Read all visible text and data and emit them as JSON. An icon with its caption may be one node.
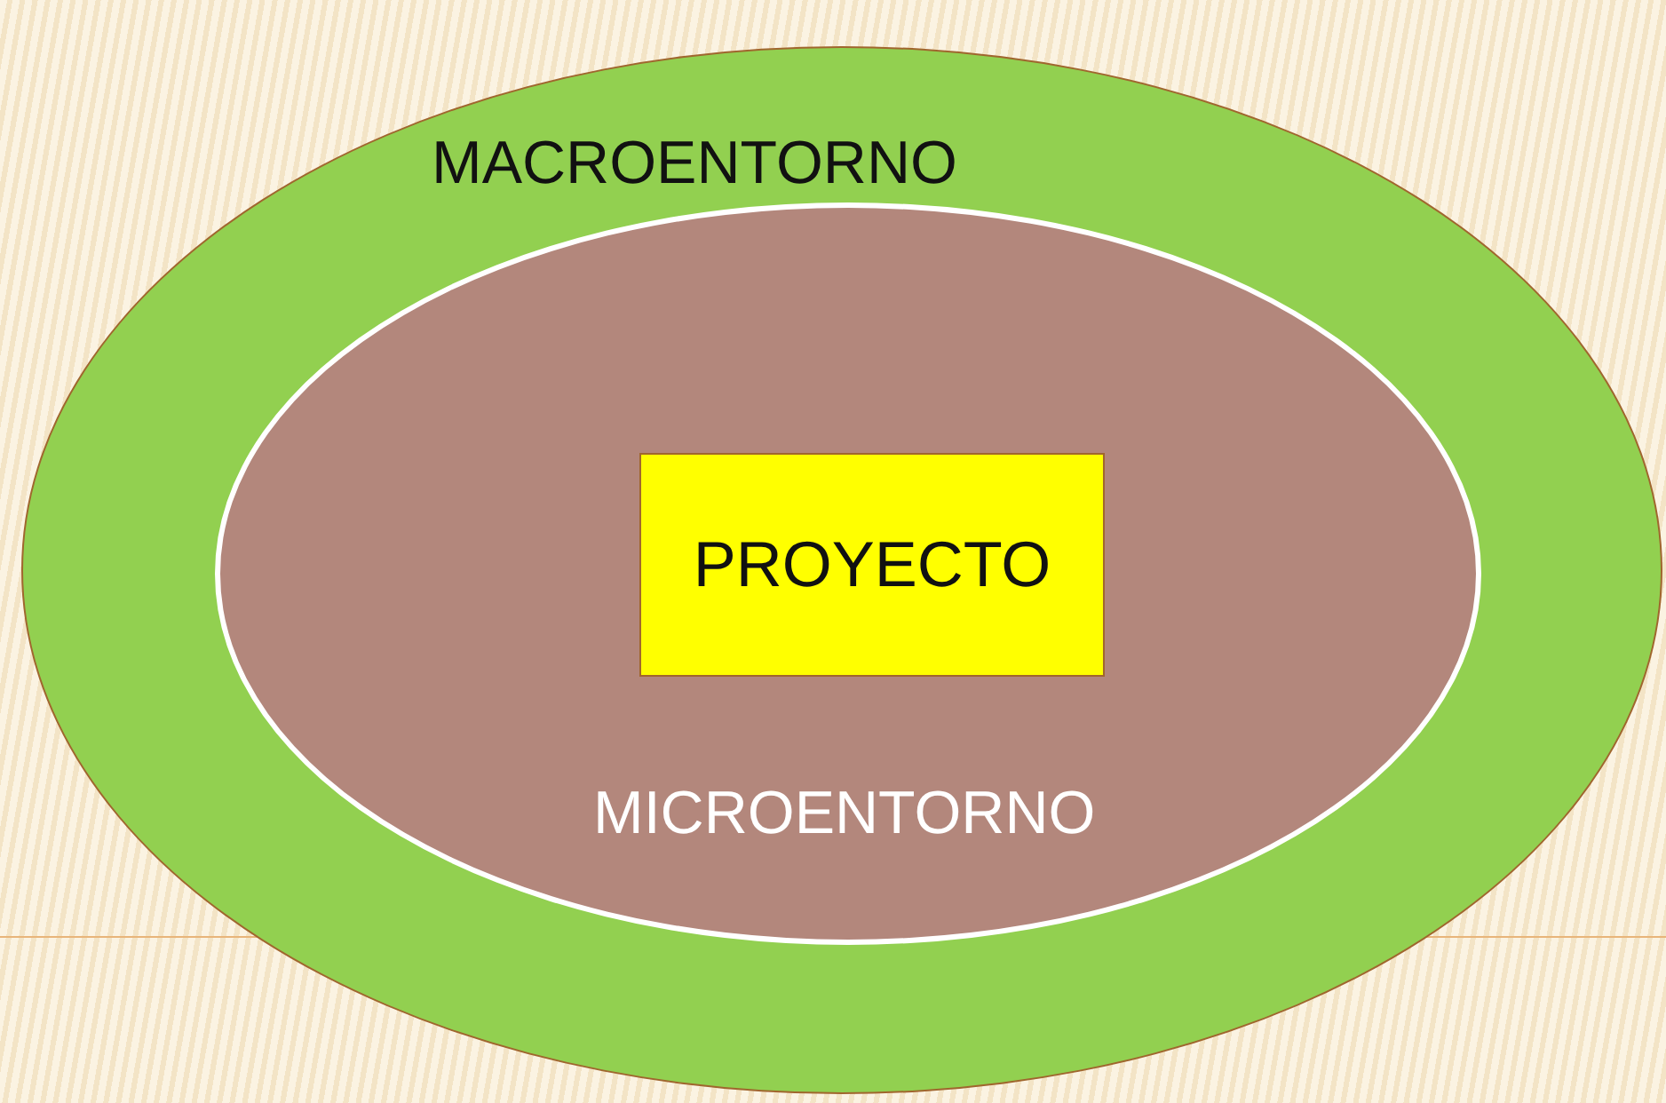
{
  "diagram": {
    "nodes": [
      {
        "text": [
          "MACROENTORNO"
        ]
      },
      {
        "text": [
          "MICROENTORNO"
        ],
        "in": 0
      },
      {
        "text": [
          "PROYECTO"
        ],
        "in": 1
      }
    ]
  }
}
